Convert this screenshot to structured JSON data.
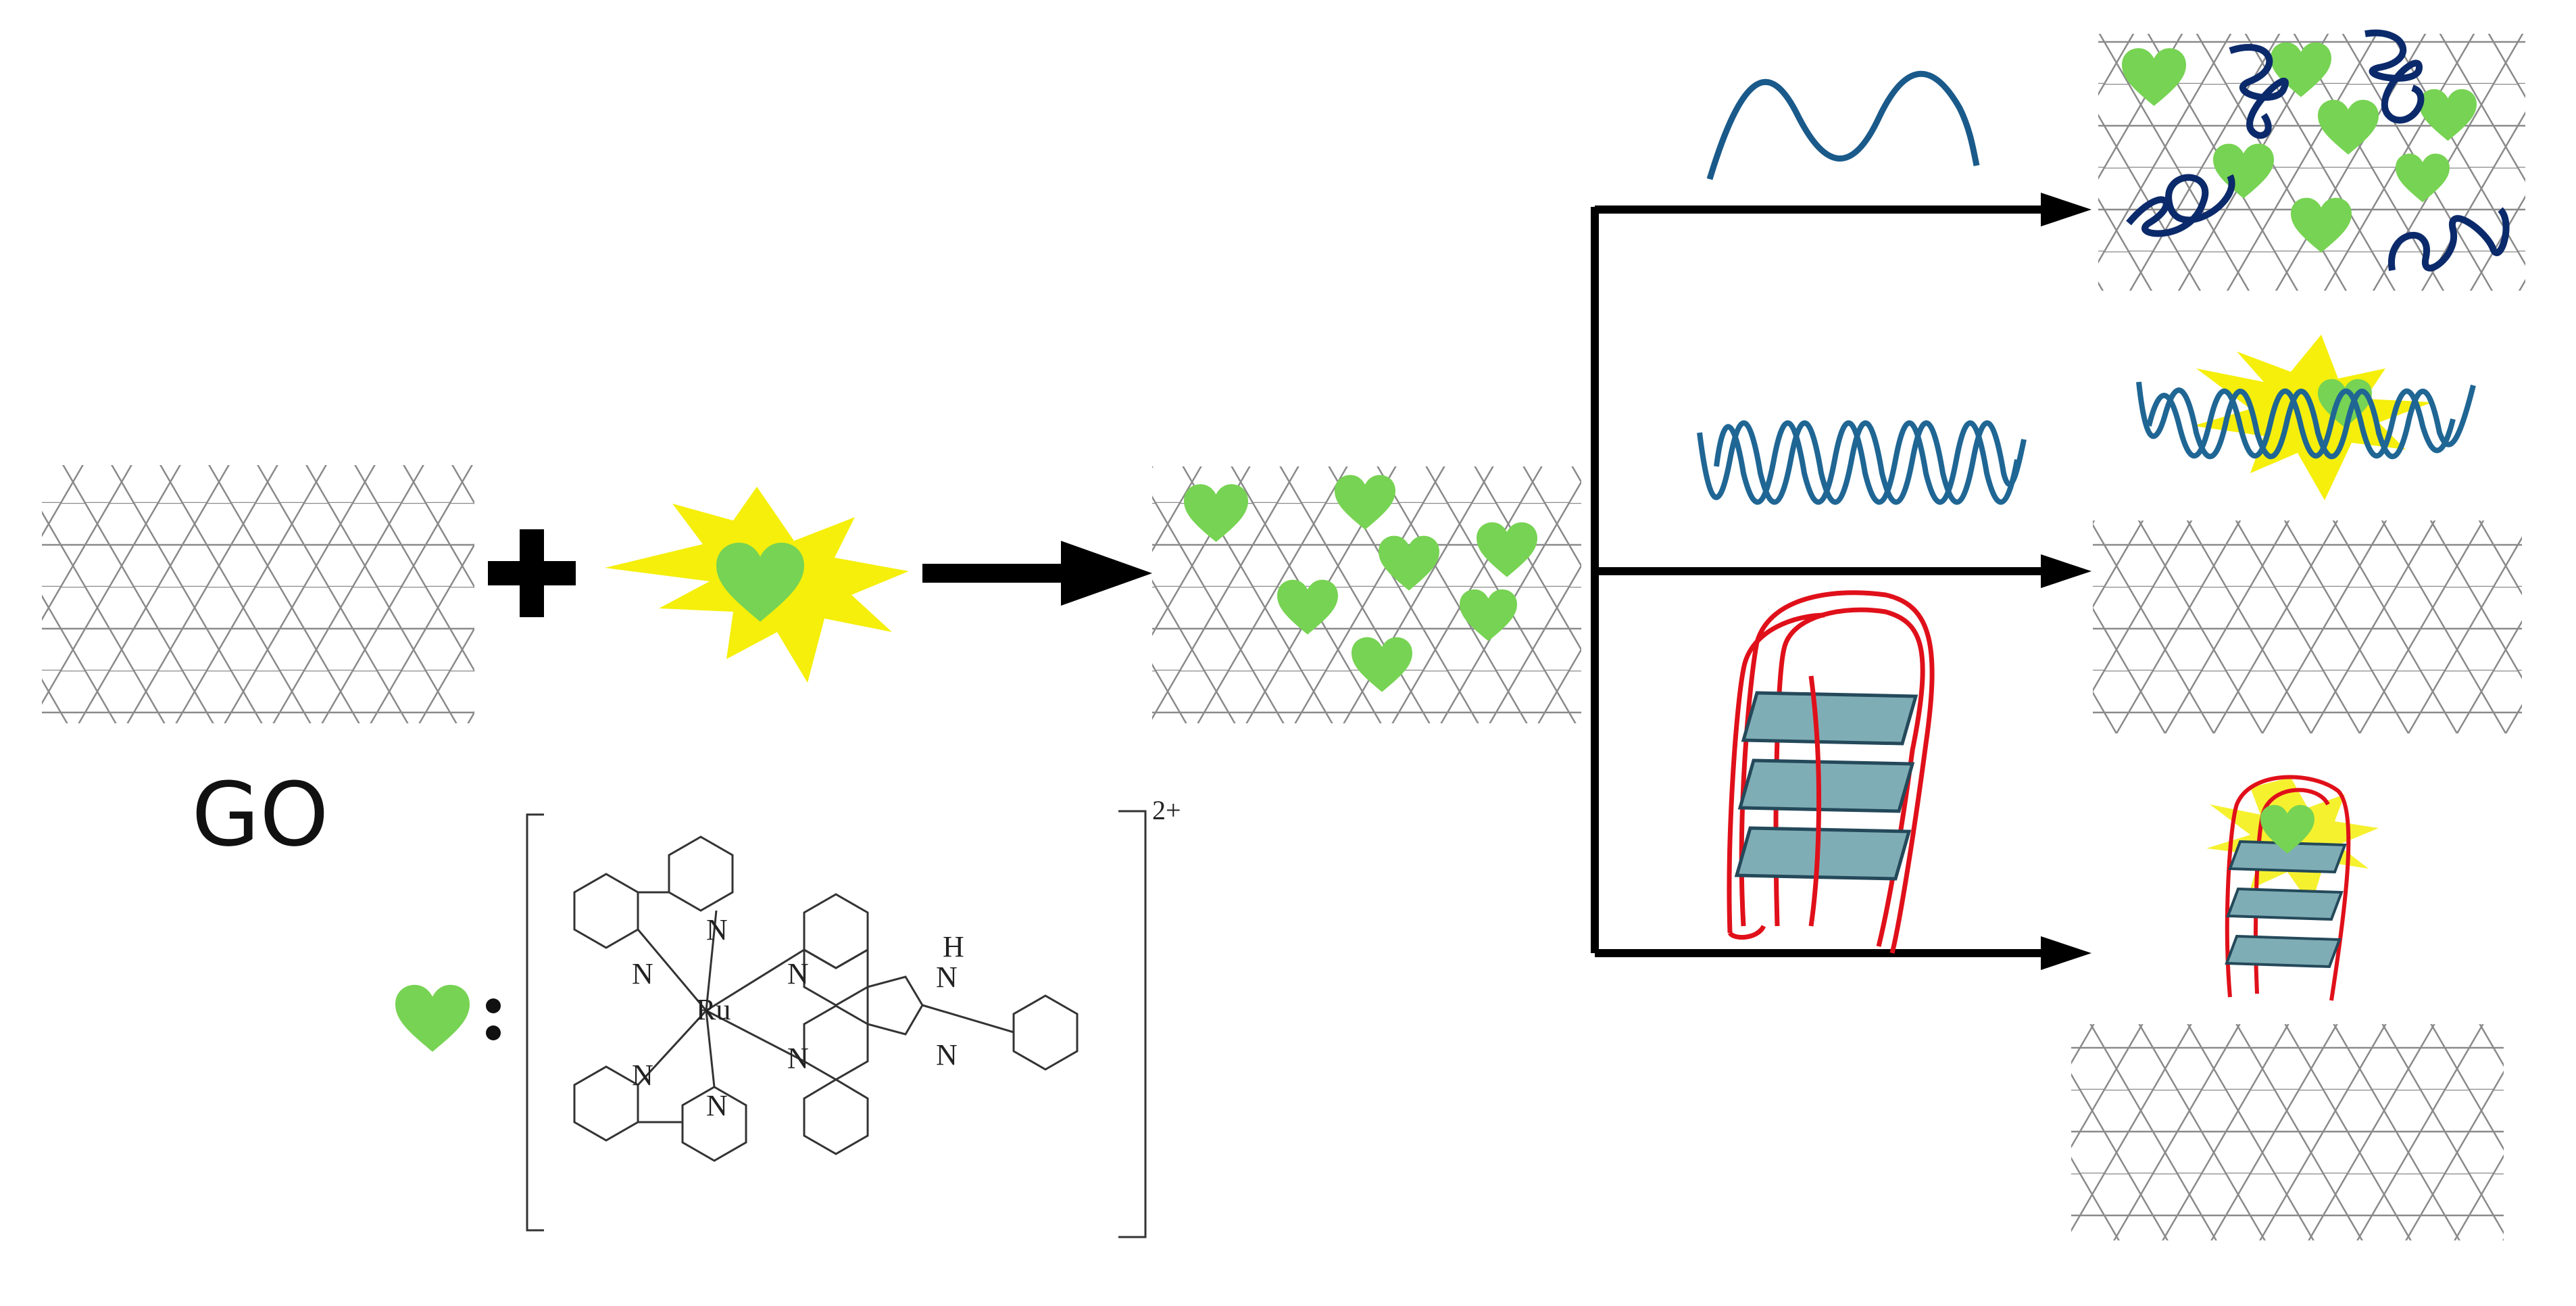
{
  "reactant_label": "GO",
  "legend_separator": ":",
  "complex": {
    "charge": "2+",
    "metal_atom": "Ru",
    "nitrogen_atom": "N",
    "nh_label": "H"
  },
  "colors": {
    "heart_green": "#77d353",
    "burst_yellow": "#f5ef0b",
    "ssdna_blue": "#1a5a8a",
    "dsdna_blue": "#1f6694",
    "ssdna_on_go": "#0b2a6b",
    "quadruplex_red": "#e0101a",
    "quartet_teal": "#7fadb5",
    "graphene_line": "#8a8a8a",
    "arrow_black": "#000000"
  },
  "icons": [
    "plus-icon",
    "heart-icon",
    "burst-icon",
    "arrow-right-icon"
  ]
}
